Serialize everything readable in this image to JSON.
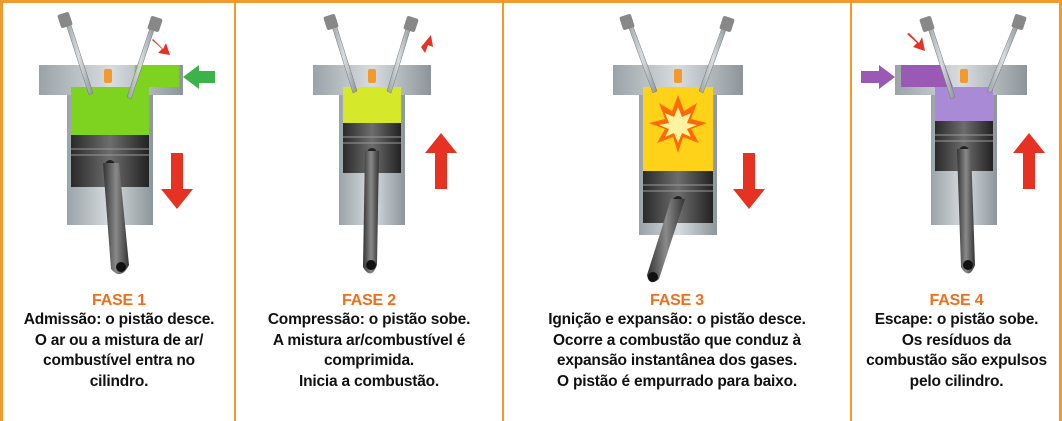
{
  "colors": {
    "border": "#f29a2e",
    "phase_label": "#ee6f1c",
    "arrow_red": "#e63223",
    "arrow_green": "#3bb34a",
    "arrow_purple": "#9b59b6",
    "gas_intake": "#7ed321",
    "gas_compression": "#d6e82a",
    "gas_ignition": "#ffd21a",
    "gas_exhaust": "#a98ad6"
  },
  "panels": [
    {
      "phase": "FASE 1",
      "head": "Admissão:",
      "lines": [
        " o pistão desce.",
        "O ar ou a mistura de ar/",
        "combustível entra no",
        "cilindro."
      ],
      "icons": [
        "intake-valve-open-icon",
        "green-inflow-arrow-icon",
        "red-down-arrow-icon"
      ]
    },
    {
      "phase": "FASE 2",
      "head": "Compressão:",
      "lines": [
        " o pistão sobe.",
        "A mistura ar/combustível é",
        "comprimida.",
        "Inicia a combustão."
      ],
      "icons": [
        "closed-valves-icon",
        "red-up-arrow-icon"
      ]
    },
    {
      "phase": "FASE 3",
      "head": "Ignição e expansão:",
      "lines": [
        " o pistão desce.",
        "Ocorre a combustão que conduz à",
        "expansão instantânea dos gases.",
        "O pistão é empurrado para baixo."
      ],
      "icons": [
        "spark-explosion-icon",
        "red-down-arrow-icon"
      ]
    },
    {
      "phase": "FASE 4",
      "head": "Escape:",
      "lines": [
        " o pistão sobe.",
        "Os resíduos da",
        "combustão são expulsos",
        "pelo cilindro."
      ],
      "icons": [
        "exhaust-valve-open-icon",
        "purple-outflow-arrow-icon",
        "red-up-arrow-icon"
      ]
    }
  ]
}
